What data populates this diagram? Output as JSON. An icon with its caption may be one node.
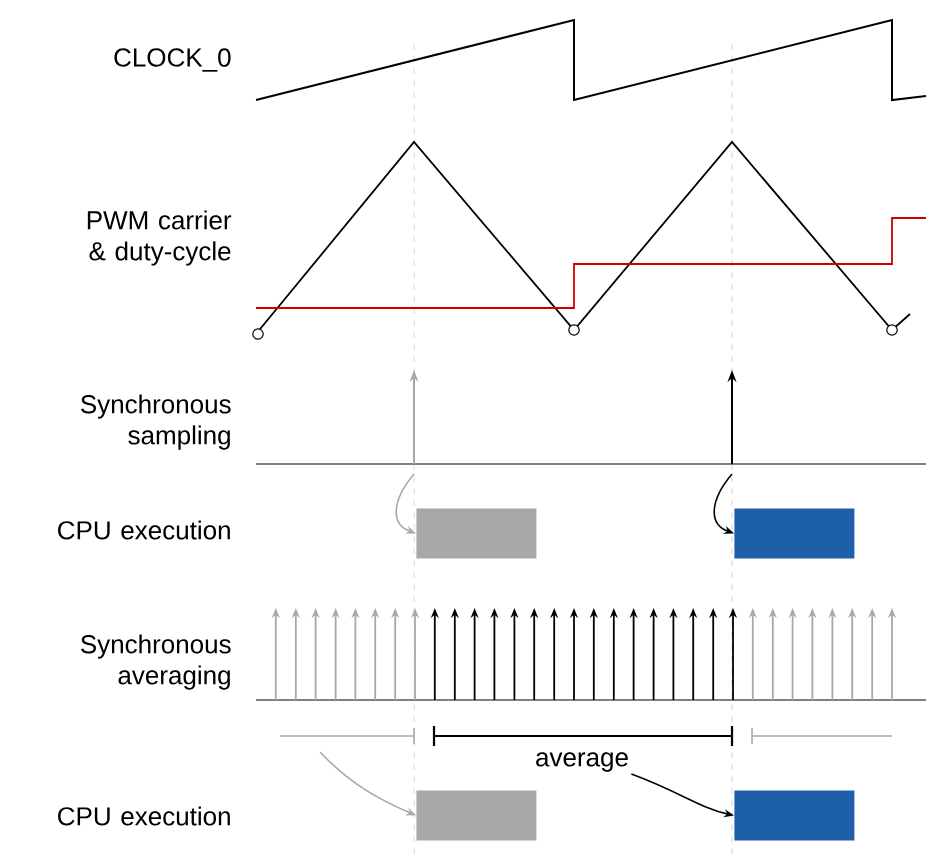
{
  "diagram": {
    "nodes": [
      {
        "text": [],
        "shape": "bar"
      },
      {
        "text": [],
        "shape": "bar"
      },
      {
        "text": [
          "average"
        ]
      },
      {
        "text": [],
        "shape": "bar"
      },
      {
        "text": [],
        "shape": "bar"
      }
    ],
    "edges": [
      {
        "from": null,
        "to": 0,
        "arrow": "to",
        "color": "#a8a8a8"
      },
      {
        "from": null,
        "to": 1,
        "arrow": "to",
        "color": "#000000"
      },
      {
        "from": null,
        "to": 3,
        "arrow": "to",
        "color": "#a8a8a8"
      },
      {
        "from": 2,
        "to": 4,
        "arrow": "to",
        "color": "#000000"
      }
    ],
    "labels": [
      "CLOCK_0",
      "PWM carrier & duty-cycle",
      "Synchronous sampling",
      "CPU execution",
      "Synchronous averaging",
      "CPU execution"
    ]
  }
}
